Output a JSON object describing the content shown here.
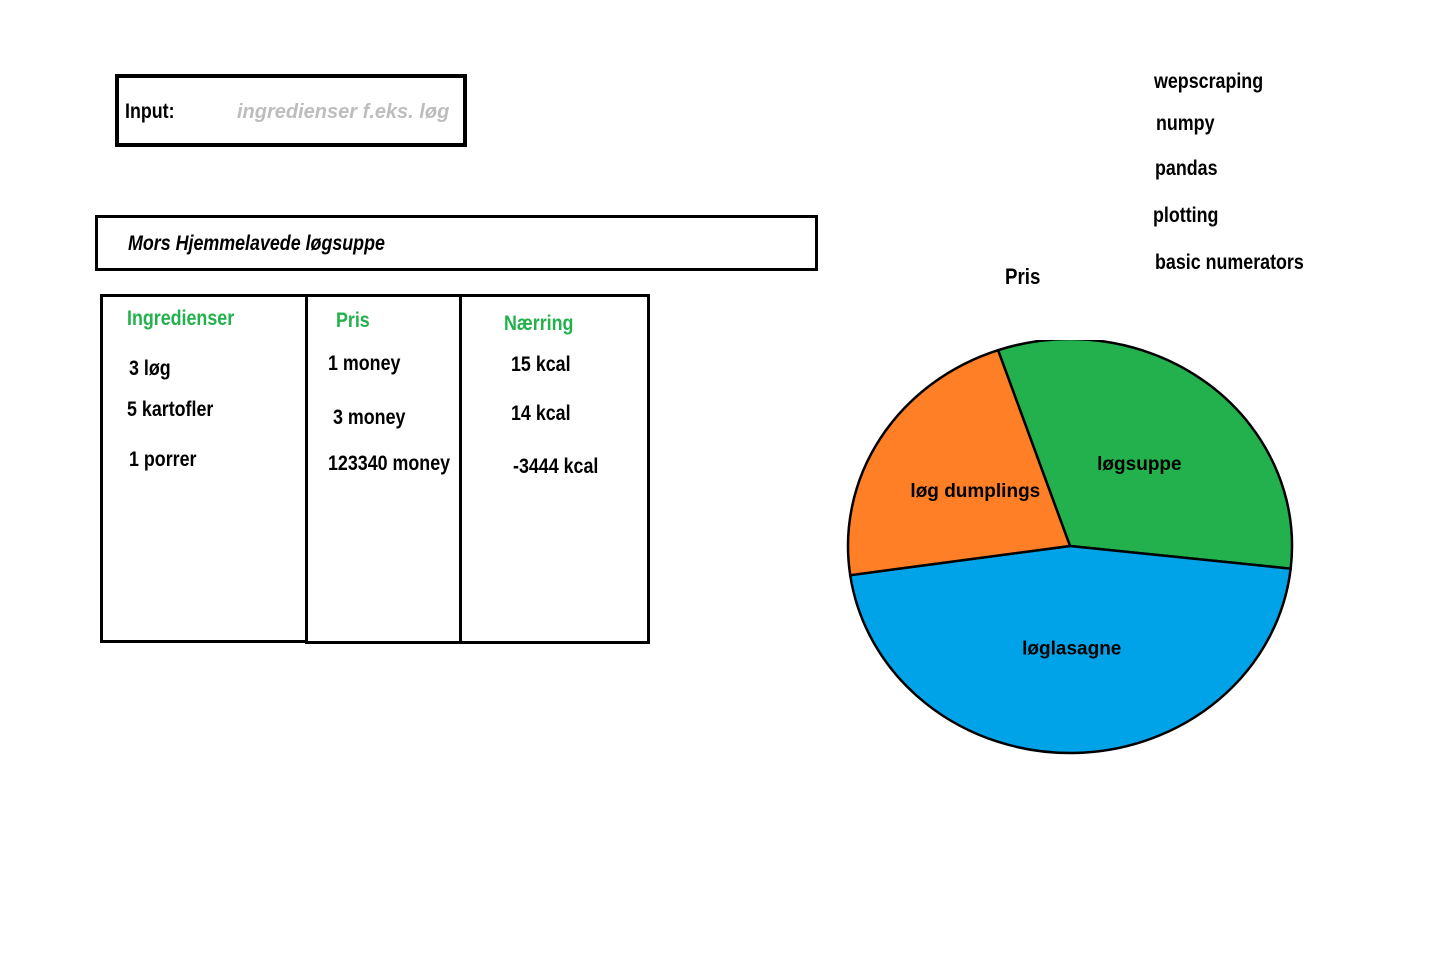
{
  "input": {
    "label": "Input:",
    "placeholder": "ingredienser f.eks. løg",
    "value": ""
  },
  "recipe": {
    "title": "Mors Hjemmelavede løgsuppe"
  },
  "table": {
    "headers": {
      "ingredienser": "Ingredienser",
      "pris": "Pris",
      "naering": "Nærring"
    },
    "ingredienser": [
      "3 løg",
      "5 kartofler",
      "1 porrer"
    ],
    "pris": [
      "1 money",
      "3 money",
      "123340 money"
    ],
    "naering": [
      "15 kcal",
      "14 kcal",
      "-3444 kcal"
    ]
  },
  "tech_list": [
    "wepscraping",
    "numpy",
    "pandas",
    "plotting",
    "basic numerators"
  ],
  "colors": {
    "header_green": "#22b14c",
    "placeholder_gray": "#bdbdbd"
  },
  "chart_data": {
    "type": "pie",
    "title": "Pris",
    "slices": [
      {
        "label": "løgsuppe",
        "value": 32,
        "color": "#22b14c"
      },
      {
        "label": "løglasagne",
        "value": 46,
        "color": "#00a2e8"
      },
      {
        "label": "løg dumplings",
        "value": 22,
        "color": "#ff7f27"
      }
    ],
    "legend": "none"
  }
}
